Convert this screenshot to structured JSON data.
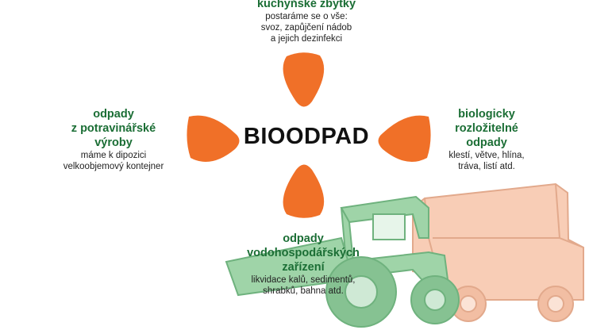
{
  "center": "BIOODPAD",
  "top": {
    "title": "kuchyňské zbytky",
    "desc": [
      "postaráme se o vše:",
      "svoz, zapůjčení nádob",
      "a jejich dezinfekci"
    ]
  },
  "left": {
    "title": [
      "odpady",
      "z potravinářské",
      "výroby"
    ],
    "desc": [
      "máme k dipozici",
      "velkoobjemový kontejner"
    ]
  },
  "right": {
    "title": [
      "biologicky",
      "rozložitelné",
      "odpady"
    ],
    "desc": [
      "klestí, větve, hlína,",
      "tráva, listí atd."
    ]
  },
  "bottom": {
    "title": [
      "odpady",
      "vodohospodářských",
      "zařízení"
    ],
    "desc": [
      "likvidace kalů, sedimentů,",
      "shrabků, bahna atd."
    ]
  },
  "colors": {
    "title_green": "#1b6e35",
    "petal_orange": "#f07028",
    "tractor_green": "#9fd4a8",
    "trailer_peach": "#f8cdb6"
  },
  "icons": [
    "tractor-illustration",
    "petal-shape"
  ]
}
